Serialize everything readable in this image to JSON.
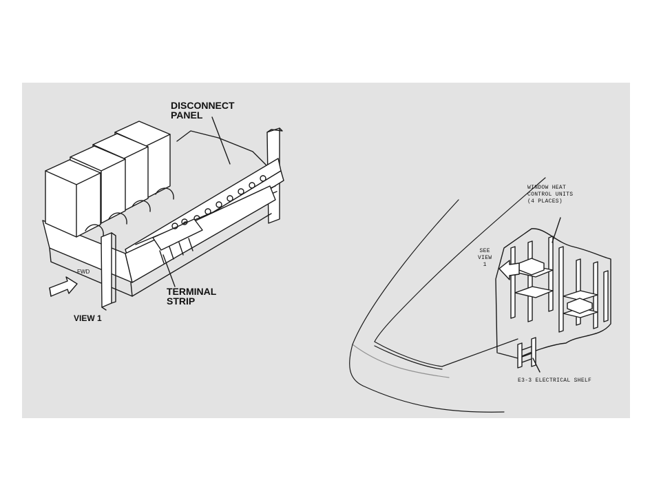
{
  "labels": {
    "disconnect_panel": "DISCONNECT\nPANEL",
    "terminal_strip": "TERMINAL\nSTRIP",
    "view_1": "VIEW 1",
    "fwd": "FWD",
    "window_heat": "WINDOW HEAT\nCONTROL UNITS\n(4 PLACES)",
    "see_view": "SEE\nVIEW\n1",
    "electrical_shelf": "E3-3 ELECTRICAL SHELF"
  },
  "colors": {
    "background": "#e3e3e3",
    "line": "#1a1a1a"
  }
}
